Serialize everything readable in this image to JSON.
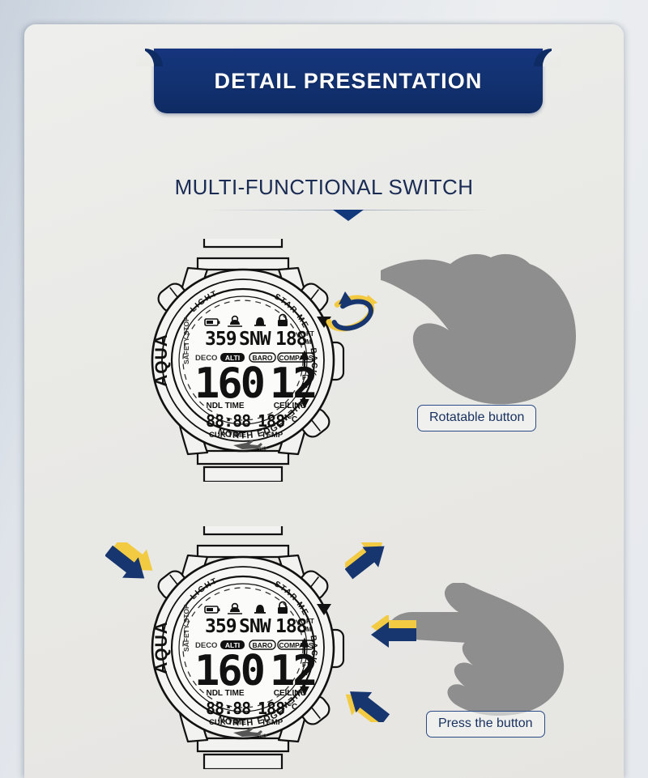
{
  "page": {
    "background_color": "#e6e9ed",
    "card_color": "#eaeae7"
  },
  "banner": {
    "title": "DETAIL PRESENTATION",
    "color": "#12357e",
    "text_color": "#ffffff"
  },
  "section": {
    "subtitle": "MULTI-FUNCTIONAL SWITCH",
    "subtitle_color": "#1a2b54",
    "caret_color": "#12397c"
  },
  "callouts": {
    "rotatable": "Rotatable button",
    "press": "Press the button",
    "border_color": "#2c4a86",
    "text_color": "#17305f"
  },
  "icons": {
    "rotate_arrow_primary": "#17356e",
    "rotate_arrow_secondary": "#f2c93f",
    "press_arrow_primary": "#17356e",
    "press_arrow_secondary": "#f2cb43",
    "hand_fill": "#8e8e8e"
  },
  "watch": {
    "brand_side": "AQUA",
    "brand_bottom": "NORTH EDGE",
    "bezel_labels": {
      "top_left": "LIGHT",
      "top_right": "STAR MENU",
      "right": "BACK",
      "bottom_right": "VIEW",
      "left_upper": "DECO",
      "left_lower": "SAFETY STOP"
    },
    "display": {
      "status_icons": [
        "battery-icon",
        "cloud-icon",
        "bell-icon",
        "lock-icon"
      ],
      "top_row_value": "359",
      "top_row_direction": "SNW",
      "top_row_altitude": "188",
      "top_row_units": [
        "FT",
        "M"
      ],
      "mode_tags": [
        "ALTI",
        "BARO",
        "COMPASS"
      ],
      "main_value": "160",
      "main_label": "NDL TIME",
      "secondary_value": "12",
      "secondary_label": "CEILING",
      "secondary_units": [
        "FT",
        "M"
      ],
      "time_value": "88:88",
      "time_label": "CUR TIME",
      "temp_value": "188",
      "temp_unit": "°C",
      "temp_label": "TEMP",
      "plane_icon_label": "NO"
    }
  }
}
